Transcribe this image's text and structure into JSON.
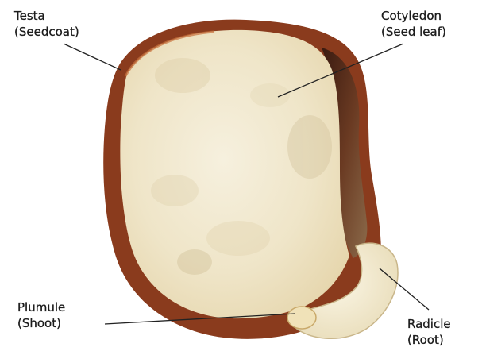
{
  "diagram": {
    "labels": {
      "testa": {
        "line1": "Testa",
        "line2": "(Seedcoat)"
      },
      "cotyledon": {
        "line1": "Cotyledon",
        "line2": "(Seed leaf)"
      },
      "plumule": {
        "line1": "Plumule",
        "line2": "(Shoot)"
      },
      "radicle": {
        "line1": "Radicle",
        "line2": "(Root)"
      }
    },
    "colors": {
      "testa": "#8a3b1d",
      "cotyledon_flesh": "#f2ead2",
      "embryo_gap": "#4a2416",
      "radicle": "#f4ecd6",
      "leader_line": "#222222"
    }
  }
}
